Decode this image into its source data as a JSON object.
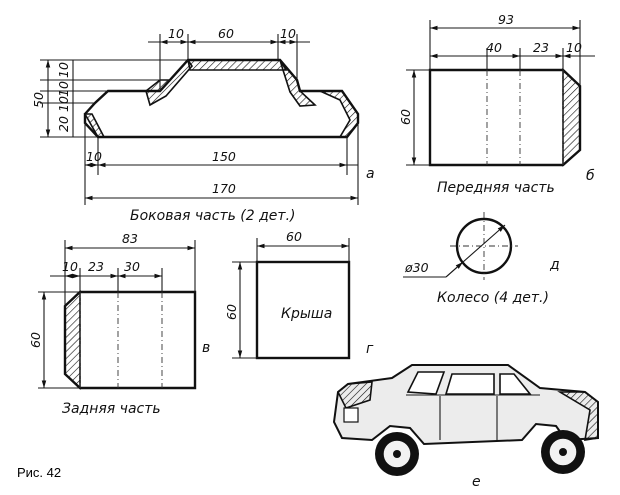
{
  "side": {
    "dim_top_left": "10",
    "dim_top_mid": "60",
    "dim_top_right": "10",
    "dim_left_total": "50",
    "dim_left_a": "10",
    "dim_left_b": "10",
    "dim_left_c": "10",
    "dim_left_d": "20",
    "dim_bottom_small": "10",
    "dim_bottom_mid": "150",
    "dim_bottom_total": "170",
    "letter": "а",
    "caption": "Боковая часть (2 дет.)"
  },
  "front": {
    "dim_total": "93",
    "dim_a": "40",
    "dim_b": "23",
    "dim_c": "10",
    "dim_height": "60",
    "letter": "б",
    "caption": "Передняя часть"
  },
  "rear": {
    "dim_total": "83",
    "dim_a": "10",
    "dim_b": "23",
    "dim_c": "30",
    "dim_height": "60",
    "letter": "в",
    "caption": "Задняя часть"
  },
  "roof": {
    "dim_width": "60",
    "dim_height": "60",
    "label": "Крыша",
    "letter": "г"
  },
  "wheel": {
    "dim": "ø30",
    "letter": "д",
    "caption": "Колесо (4 дет.)"
  },
  "assembled": {
    "letter": "е"
  },
  "figure_label": "Рис. 42"
}
